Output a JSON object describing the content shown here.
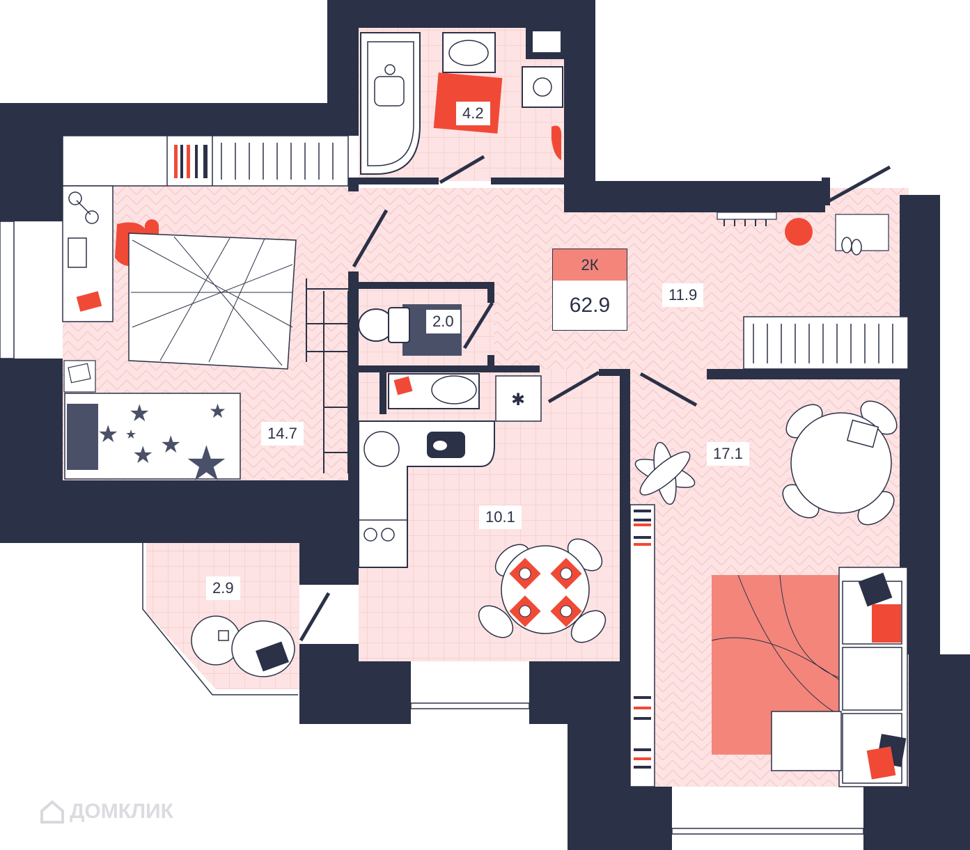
{
  "colors": {
    "wall": "#2b3147",
    "floor": "#fde3e3",
    "floor_line": "#f6c7c7",
    "accent_red": "#f04a37",
    "accent_salmon": "#f3857a",
    "furniture": "#ffffff",
    "dark_furniture": "#4a5068"
  },
  "apartment": {
    "type": "2К",
    "total_area": "62.9"
  },
  "rooms": [
    {
      "id": "bathroom",
      "area": "4.2"
    },
    {
      "id": "toilet",
      "area": "2.0"
    },
    {
      "id": "hallway",
      "area": "11.9"
    },
    {
      "id": "bedroom-left",
      "area": "14.7"
    },
    {
      "id": "kitchen",
      "area": "10.1"
    },
    {
      "id": "balcony",
      "area": "2.9"
    },
    {
      "id": "living-room",
      "area": "17.1"
    }
  ],
  "watermark": {
    "text": "ДОМКЛИК",
    "icon": "home-icon"
  }
}
